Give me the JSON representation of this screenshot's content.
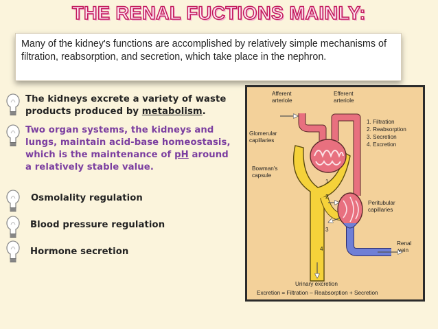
{
  "slide": {
    "title": "THE RENAL FUCTIONS MAINLY:",
    "intro": "Many of the kidney's functions are accomplished by relatively simple mechanisms of filtration, reabsorption, and secretion, which take place in the nephron."
  },
  "bullets": [
    {
      "pre": "The kidneys excrete a variety of waste products produced by ",
      "term": "metabolism",
      "post": "."
    },
    {
      "pre": "Two organ systems, the kidneys and lungs, maintain acid-base homeostasis, which is the maintenance of ",
      "term": "pH",
      "post": " around a relatively stable value."
    },
    {
      "text": "Osmolality regulation"
    },
    {
      "text": "Blood pressure regulation"
    },
    {
      "text": "Hormone secretion"
    }
  ],
  "diagram": {
    "afferent": "Afferent",
    "afferent2": "arteriole",
    "efferent": "Efferent",
    "efferent2": "arteriole",
    "glomerular": "Glomerular",
    "glomerular2": "capillaries",
    "bowmans": "Bowman's",
    "bowmans2": "capsule",
    "peritubular": "Peritubular",
    "peritubular2": "capillaries",
    "renal": "Renal",
    "renal2": "vein",
    "urinary": "Urinary excretion",
    "equation": "Excretion = Filtration – Reabsorption + Secretion",
    "legend": [
      "1. Filtration",
      "2. Reabsorption",
      "3. Secretion",
      "4. Excretion"
    ],
    "numbers": [
      "1",
      "2",
      "3",
      "4"
    ]
  },
  "colors": {
    "title_fill": "#fde3f0",
    "title_stroke": "#c2185b",
    "accent_purple": "#7b3ea0",
    "diagram_bg": "#f3d19a",
    "artery": "#e8707f",
    "vein": "#6f7fd6",
    "tubule": "#f5d23a"
  }
}
